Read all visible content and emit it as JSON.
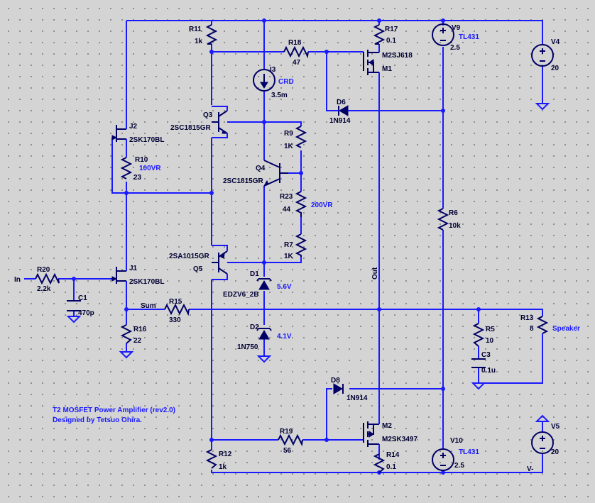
{
  "title": {
    "line1": "T2 MOSFET Power Amplifier (rev2.0)",
    "line2": "Designed by Tetsuo Ohira."
  },
  "nets": {
    "in": "In",
    "sum": "Sum",
    "out": "Out",
    "speaker": "Speaker",
    "vminus": "V-"
  },
  "components": {
    "R11": {
      "ref": "R11",
      "value": "1k"
    },
    "R17": {
      "ref": "R17",
      "value": "0.1"
    },
    "R18": {
      "ref": "R18",
      "value": "47"
    },
    "M1": {
      "ref": "M1",
      "value": "M2SJ618"
    },
    "V9": {
      "ref": "V9",
      "model": "TL431",
      "value": "2.5"
    },
    "V4": {
      "ref": "V4",
      "value": "20"
    },
    "I3": {
      "ref": "I3",
      "model": "CRD",
      "value": "3.5m"
    },
    "D6": {
      "ref": "D6",
      "value": "1N914"
    },
    "Q3": {
      "ref": "Q3",
      "value": "2SC1815GR"
    },
    "J2": {
      "ref": "J2",
      "value": "2SK170BL"
    },
    "R10": {
      "ref": "R10",
      "model": "100VR",
      "value": "23"
    },
    "R9": {
      "ref": "R9",
      "value": "1K"
    },
    "Q4": {
      "ref": "Q4",
      "value": "2SC1815GR"
    },
    "R23": {
      "ref": "R23",
      "model": "200VR",
      "value": "44"
    },
    "R6": {
      "ref": "R6",
      "value": "10k"
    },
    "R7": {
      "ref": "R7",
      "value": "1K"
    },
    "Q5": {
      "ref": "Q5",
      "value": "2SA1015GR"
    },
    "J1": {
      "ref": "J1",
      "value": "2SK170BL"
    },
    "R20": {
      "ref": "R20",
      "value": "2.2k"
    },
    "C1": {
      "ref": "C1",
      "value": "470p"
    },
    "D1": {
      "ref": "D1",
      "model": "5.6V",
      "value": "EDZV6_2B"
    },
    "R15": {
      "ref": "R15",
      "value": "330"
    },
    "R13": {
      "ref": "R13",
      "value": "8"
    },
    "R16": {
      "ref": "R16",
      "value": "22"
    },
    "D2": {
      "ref": "D2",
      "model": "4.1V",
      "value": "1N750"
    },
    "R5": {
      "ref": "R5",
      "value": "10"
    },
    "C3": {
      "ref": "C3",
      "value": "0.1u"
    },
    "D8": {
      "ref": "D8",
      "value": "1N914"
    },
    "M2": {
      "ref": "M2",
      "value": "M2SK3497"
    },
    "R19": {
      "ref": "R19",
      "value": "56"
    },
    "R12": {
      "ref": "R12",
      "value": "1k"
    },
    "R14": {
      "ref": "R14",
      "value": "0.1"
    },
    "V10": {
      "ref": "V10",
      "model": "TL431",
      "value": "2.5"
    },
    "V5": {
      "ref": "V5",
      "value": "20"
    }
  },
  "colors": {
    "wire": "#1a1aff",
    "component": "#000066",
    "label": "#000033",
    "background": "#d4d4d4"
  }
}
